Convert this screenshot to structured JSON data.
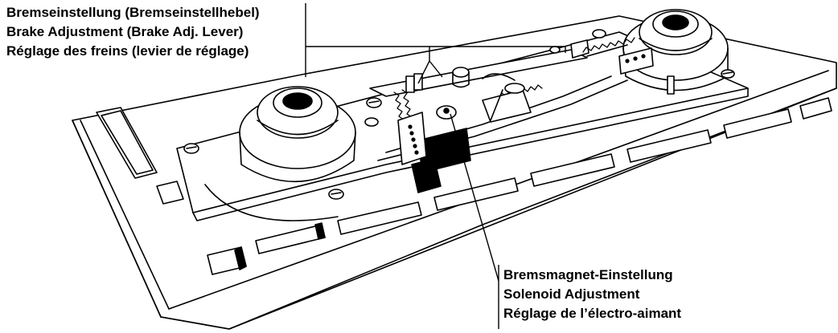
{
  "labels": {
    "brake_adjustment": {
      "de": "Bremseinstellung (Bremseinstellhebel)",
      "en": "Brake Adjustment (Brake Adj. Lever)",
      "fr": "Réglage des freins (levier de réglage)"
    },
    "solenoid_adjustment": {
      "de": "Bremsmagnet-Einstellung",
      "en": "Solenoid Adjustment",
      "fr": "Réglage de l’électro-aimant"
    }
  },
  "colors": {
    "ink": "#000000",
    "paper": "#ffffff"
  }
}
